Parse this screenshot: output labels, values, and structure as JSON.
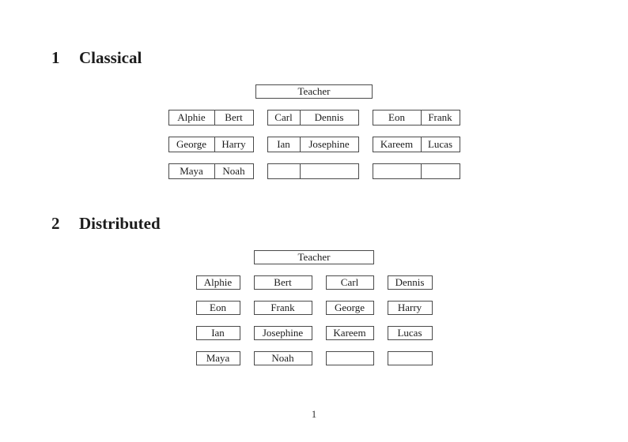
{
  "sections": [
    {
      "number": "1",
      "title": "Classical"
    },
    {
      "number": "2",
      "title": "Distributed"
    }
  ],
  "classical": {
    "teacher": "Teacher",
    "rows": [
      [
        [
          "Alphie",
          "Bert"
        ],
        [
          "Carl",
          "Dennis"
        ],
        [
          "Eon",
          "Frank"
        ]
      ],
      [
        [
          "George",
          "Harry"
        ],
        [
          "Ian",
          "Josephine"
        ],
        [
          "Kareem",
          "Lucas"
        ]
      ],
      [
        [
          "Maya",
          "Noah"
        ],
        [
          "",
          ""
        ],
        [
          "",
          ""
        ]
      ]
    ]
  },
  "distributed": {
    "teacher": "Teacher",
    "rows": [
      [
        "Alphie",
        "Bert",
        "Carl",
        "Dennis"
      ],
      [
        "Eon",
        "Frank",
        "George",
        "Harry"
      ],
      [
        "Ian",
        "Josephine",
        "Kareem",
        "Lucas"
      ],
      [
        "Maya",
        "Noah",
        "",
        ""
      ]
    ]
  },
  "page_number": "1",
  "ink_color": "#1c1c1c"
}
